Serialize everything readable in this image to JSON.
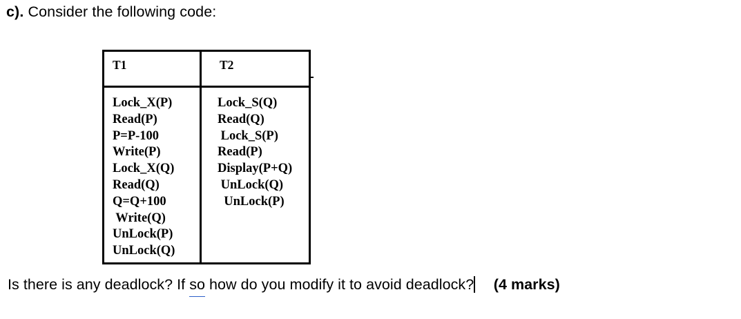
{
  "document": {
    "background_color": "#ffffff",
    "text_color": "#000000"
  },
  "prompt": {
    "label": "c).",
    "text": " Consider the following code:"
  },
  "code_table": {
    "columns": [
      {
        "header": "T1"
      },
      {
        "header": "T2"
      }
    ],
    "cells": [
      {
        "transaction": "T1",
        "operations": [
          "Lock_X(P)",
          "Read(P)",
          "P=P-100",
          "Write(P)",
          "Lock_X(Q)",
          "Read(Q)",
          "Q=Q+100",
          " Write(Q)",
          "UnLock(P)",
          "UnLock(Q)"
        ]
      },
      {
        "transaction": "T2",
        "operations": [
          "Lock_S(Q)",
          "Read(Q)",
          " Lock_S(P)",
          "Read(P)",
          "Display(P+Q)",
          " UnLock(Q)",
          "  UnLock(P)"
        ]
      }
    ],
    "border_color": "#000000"
  },
  "question": {
    "part1": "Is there is any deadlock? If ",
    "grammar_flagged_word": "so",
    "grammar_underline_color": "#2b5fc9",
    "part2": " how do you modify it to avoid deadlock?",
    "marks": "(4 marks)"
  }
}
